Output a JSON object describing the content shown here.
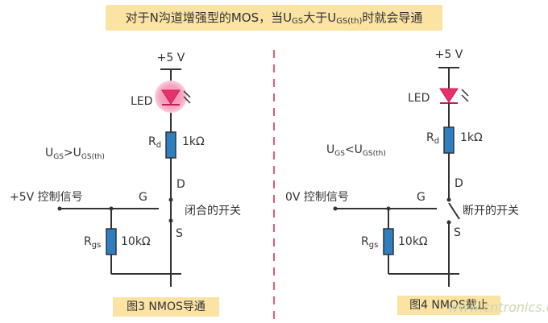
{
  "title": {
    "prefix": "对于N沟道增强型的MOS，当U",
    "sub1": "GS",
    "middle": "大于U",
    "sub2": "GS(th)",
    "suffix": "时就会导通"
  },
  "left": {
    "supply": "+5 V",
    "led": "LED",
    "rd_main": "R",
    "rd_sub": "d",
    "rd_value": "1kΩ",
    "drain": "D",
    "gate": "G",
    "source": "S",
    "condition_u1": "U",
    "condition_s1": "GS",
    "condition_op": ">U",
    "condition_s2": "GS(th)",
    "signal": "+5V 控制信号",
    "switch_state": "闭合的开关",
    "rgs_main": "R",
    "rgs_sub": "gs",
    "rgs_value": "10kΩ",
    "caption": "图3  NMOS导通"
  },
  "right": {
    "supply": "+5 V",
    "led": "LED",
    "rd_main": "R",
    "rd_sub": "d",
    "rd_value": "1kΩ",
    "drain": "D",
    "gate": "G",
    "source": "S",
    "condition_u1": "U",
    "condition_s1": "GS",
    "condition_op": "<U",
    "condition_s2": "GS(th)",
    "signal": "0V 控制信号",
    "switch_state": "断开的开关",
    "rgs_main": "R",
    "rgs_sub": "gs",
    "rgs_value": "10kΩ",
    "caption": "图4  NMOS截止"
  },
  "watermark": "www.cntronics.com",
  "colors": {
    "wire": "#333333",
    "resistor": "#2d7fc1",
    "led": "#e8316b",
    "led_glow": "#f79cb9",
    "divider": "#e05a75",
    "title_bg": "#fbe3a4"
  }
}
